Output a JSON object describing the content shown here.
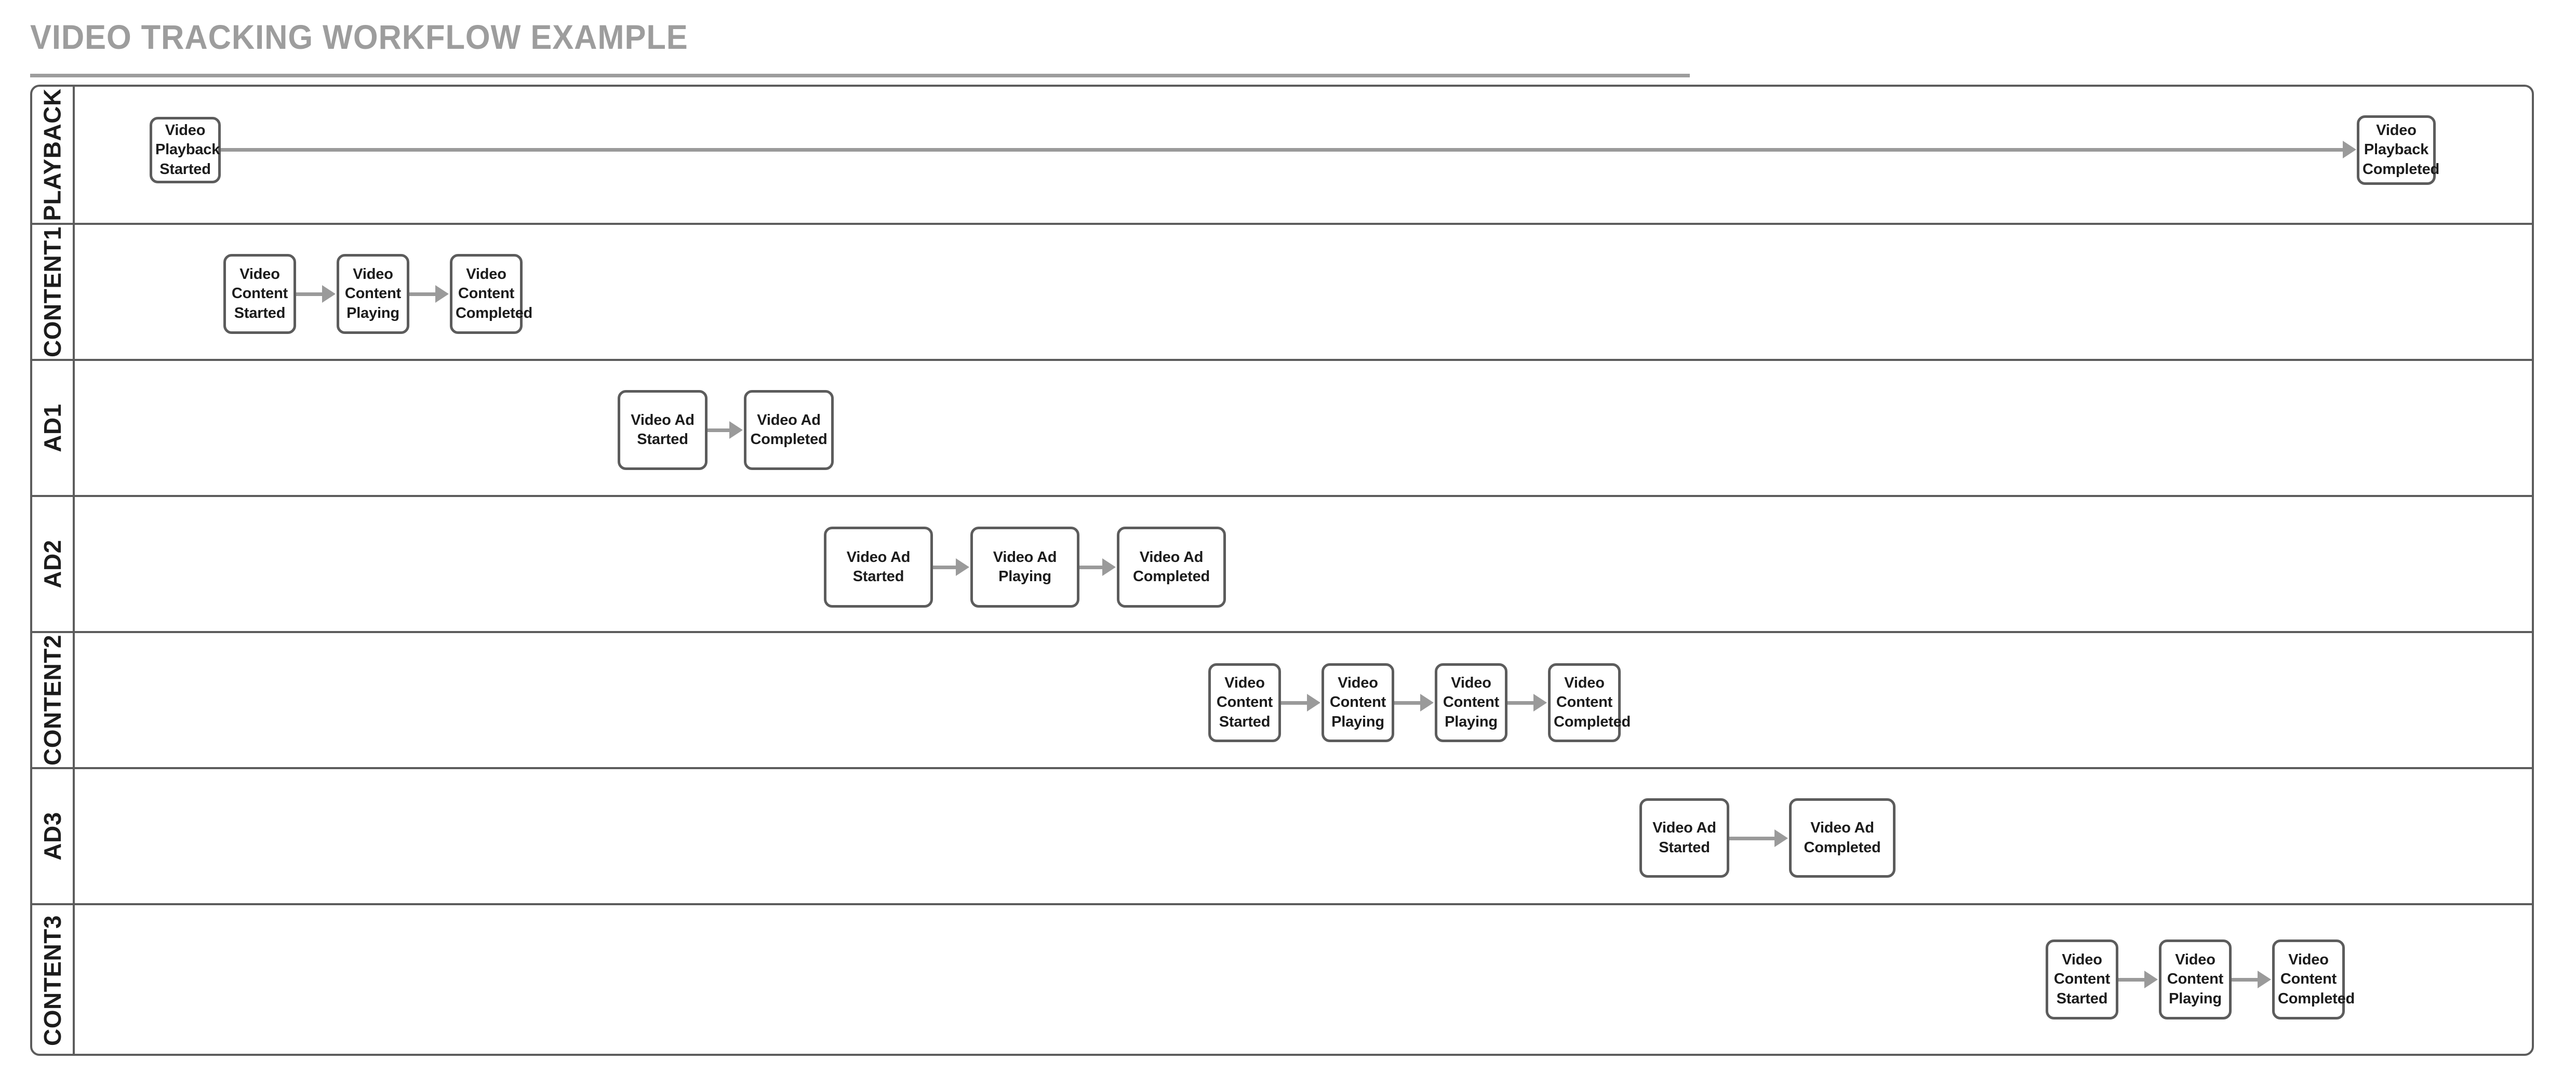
{
  "page": {
    "title": "VIDEO TRACKING WORKFLOW EXAMPLE",
    "title_color": "#9d9d9d",
    "background": "#ffffff",
    "lane_border_color": "#5c5c5c",
    "node_border_color": "#5c5c5c",
    "node_text_color": "#1c1c1c",
    "connector_color": "#9a9a9a"
  },
  "lanes": [
    {
      "id": "playback",
      "label": "PLAYBACK",
      "nodes": [
        {
          "label": "Video Playback Started"
        },
        {
          "label": "Video Playback Completed"
        }
      ],
      "connections": [
        {
          "from": "Video Playback Started",
          "to": "Video Playback Completed"
        }
      ]
    },
    {
      "id": "content1",
      "label": "CONTENT1",
      "nodes": [
        {
          "label": "Video Content Started"
        },
        {
          "label": "Video Content Playing"
        },
        {
          "label": "Video Content Completed"
        }
      ],
      "connections": [
        {
          "from": "Video Content Started",
          "to": "Video Content Playing"
        },
        {
          "from": "Video Content Playing",
          "to": "Video Content Completed"
        }
      ]
    },
    {
      "id": "ad1",
      "label": "AD1",
      "nodes": [
        {
          "label": "Video Ad Started"
        },
        {
          "label": "Video Ad Completed"
        }
      ],
      "connections": [
        {
          "from": "Video Ad Started",
          "to": "Video Ad Completed"
        }
      ]
    },
    {
      "id": "ad2",
      "label": "AD2",
      "nodes": [
        {
          "label": "Video Ad Started"
        },
        {
          "label": "Video Ad Playing"
        },
        {
          "label": "Video Ad Completed"
        }
      ],
      "connections": [
        {
          "from": "Video Ad Started",
          "to": "Video Ad Playing"
        },
        {
          "from": "Video Ad Playing",
          "to": "Video Ad Completed"
        }
      ]
    },
    {
      "id": "content2",
      "label": "CONTENT2",
      "nodes": [
        {
          "label": "Video Content Started"
        },
        {
          "label": "Video Content Playing"
        },
        {
          "label": "Video Content Playing"
        },
        {
          "label": "Video Content Completed"
        }
      ],
      "connections": [
        {
          "from": "Video Content Started",
          "to": "Video Content Playing"
        },
        {
          "from": "Video Content Playing",
          "to": "Video Content Playing"
        },
        {
          "from": "Video Content Playing",
          "to": "Video Content Completed"
        }
      ]
    },
    {
      "id": "ad3",
      "label": "AD3",
      "nodes": [
        {
          "label": "Video Ad Started"
        },
        {
          "label": "Video Ad Completed"
        }
      ],
      "connections": [
        {
          "from": "Video Ad Started",
          "to": "Video Ad Completed"
        }
      ]
    },
    {
      "id": "content3",
      "label": "CONTENT3",
      "nodes": [
        {
          "label": "Video Content Started"
        },
        {
          "label": "Video Content Playing"
        },
        {
          "label": "Video Content Completed"
        }
      ],
      "connections": [
        {
          "from": "Video Content Started",
          "to": "Video Content Playing"
        },
        {
          "from": "Video Content Playing",
          "to": "Video Content Completed"
        }
      ]
    }
  ]
}
